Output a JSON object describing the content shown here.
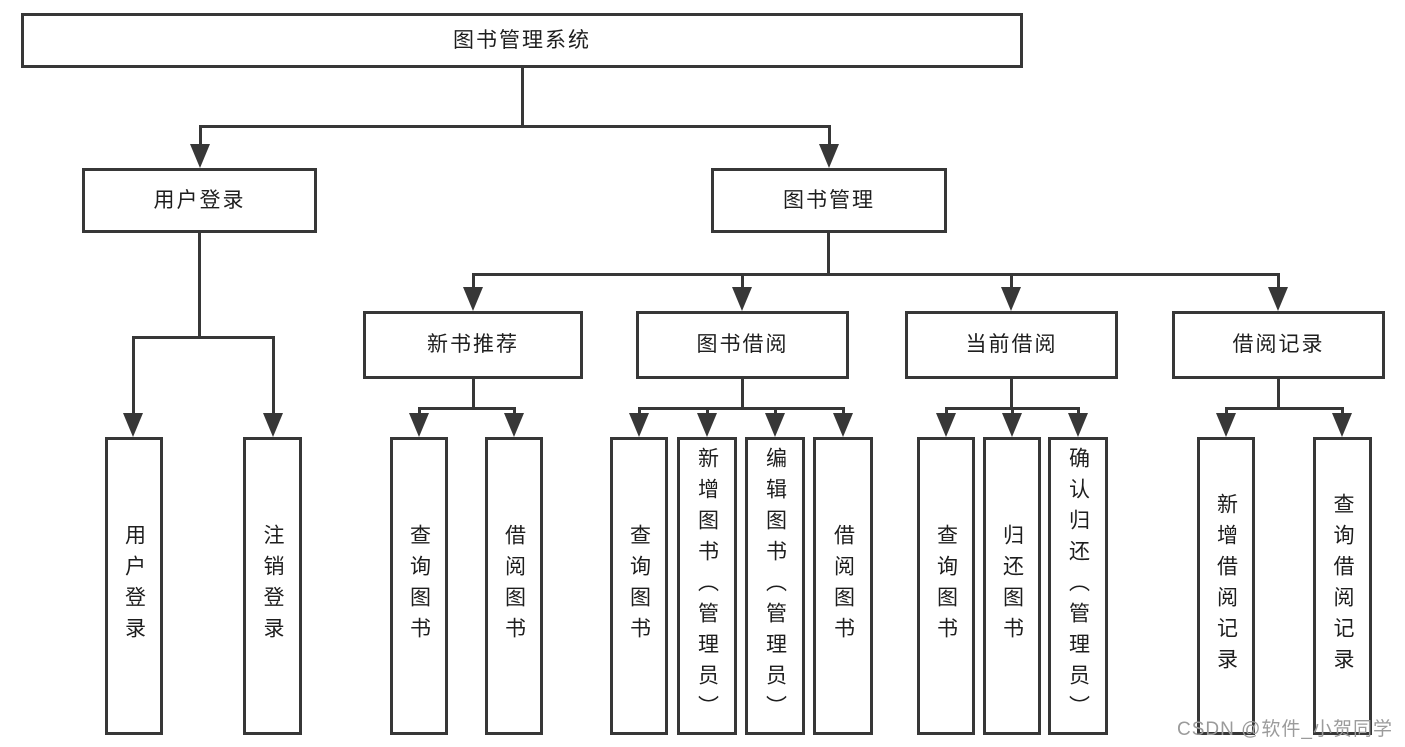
{
  "colors": {
    "line": "#373737",
    "node_text": "#1e1e1e",
    "watermark": "#9b9b9b",
    "background": "#ffffff"
  },
  "tree": {
    "root": {
      "label": "图书管理系统",
      "children": [
        {
          "label": "用户登录",
          "children": [
            {
              "label": "用户登录"
            },
            {
              "label": "注销登录"
            }
          ]
        },
        {
          "label": "图书管理",
          "children": [
            {
              "label": "新书推荐",
              "children": [
                {
                  "label": "查询图书"
                },
                {
                  "label": "借阅图书"
                }
              ]
            },
            {
              "label": "图书借阅",
              "children": [
                {
                  "label": "查询图书"
                },
                {
                  "label": "新增图书（管理员）"
                },
                {
                  "label": "编辑图书（管理员）"
                },
                {
                  "label": "借阅图书"
                }
              ]
            },
            {
              "label": "当前借阅",
              "children": [
                {
                  "label": "查询图书"
                },
                {
                  "label": "归还图书"
                },
                {
                  "label": "确认归还（管理员）"
                }
              ]
            },
            {
              "label": "借阅记录",
              "children": [
                {
                  "label": "新增借阅记录"
                },
                {
                  "label": "查询借阅记录"
                }
              ]
            }
          ]
        }
      ]
    }
  },
  "watermark": {
    "text": "CSDN @软件_小贺同学"
  }
}
